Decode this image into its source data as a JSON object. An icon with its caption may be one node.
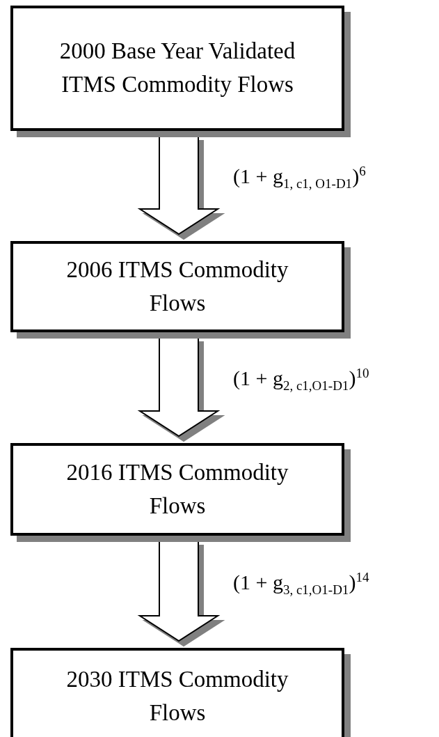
{
  "diagram": {
    "nodes": [
      {
        "text": [
          "2000 Base Year Validated ITMS Commodity Flows"
        ]
      },
      {
        "text": [
          "2006 ITMS Commodity Flows"
        ]
      },
      {
        "text": [
          "2016 ITMS Commodity Flows"
        ]
      },
      {
        "text": [
          "2030 ITMS Commodity Flows"
        ]
      }
    ],
    "edges": [
      {
        "from": 0,
        "to": 1,
        "arrow": "to",
        "label": "(1 + g$_{1, c1, O1-D1}$)$^{6}$"
      },
      {
        "from": 1,
        "to": 2,
        "arrow": "to",
        "label": "(1 + g$_{2, c1,O1-D1}$)$^{10}$"
      },
      {
        "from": 2,
        "to": 3,
        "arrow": "to",
        "label": "(1 + g$_{3, c1,O1-D1}$)$^{14}$"
      }
    ]
  }
}
